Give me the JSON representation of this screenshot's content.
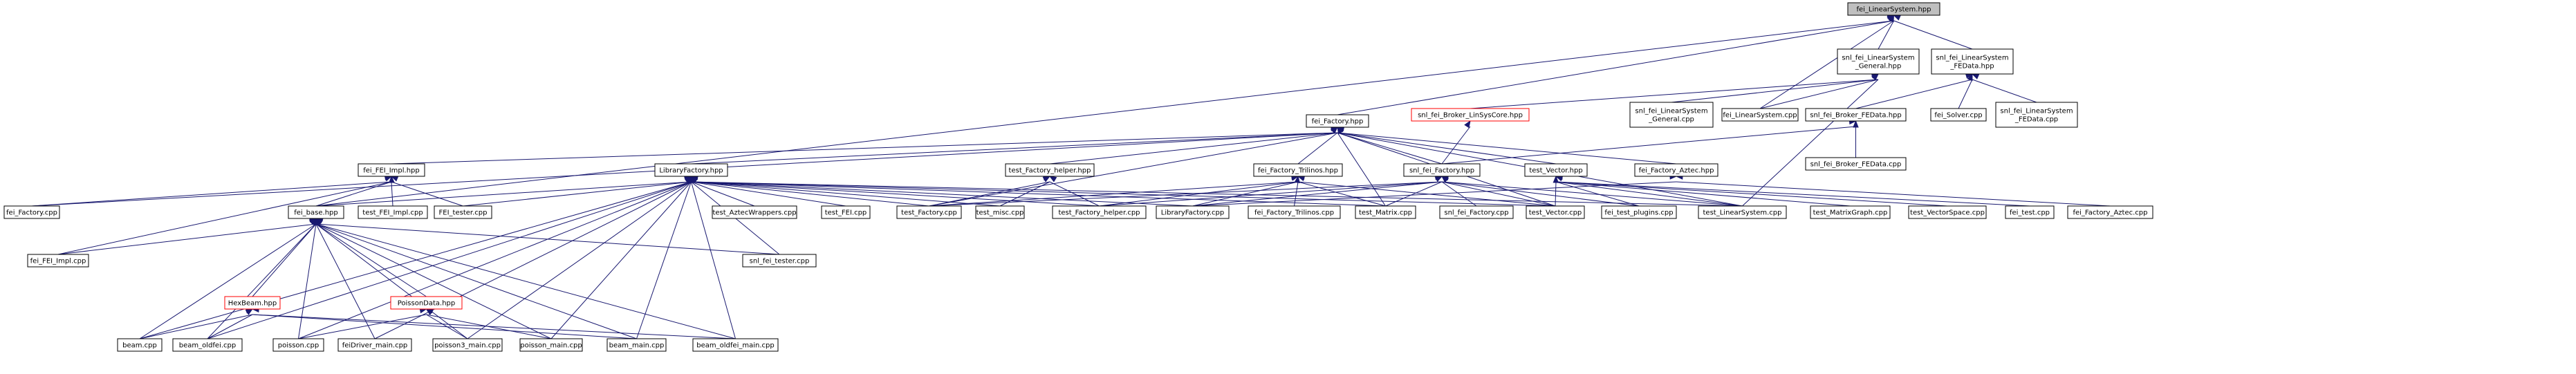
{
  "diagram": {
    "nodes": [
      {
        "id": "root",
        "lines": [
          "fei_LinearSystem.hpp"
        ],
        "style": "root"
      },
      {
        "id": "sgen_hpp",
        "lines": [
          "snl_fei_LinearSystem",
          "_General.hpp"
        ]
      },
      {
        "id": "sfed_hpp",
        "lines": [
          "snl_fei_LinearSystem",
          "_FEData.hpp"
        ]
      },
      {
        "id": "broker_lsc",
        "lines": [
          "snl_fei_Broker_LinSysCore.hpp"
        ],
        "style": "red"
      },
      {
        "id": "sgen_cpp",
        "lines": [
          "snl_fei_LinearSystem",
          "_General.cpp"
        ]
      },
      {
        "id": "ls_cpp",
        "lines": [
          "fei_LinearSystem.cpp"
        ]
      },
      {
        "id": "broker_fed_hpp",
        "lines": [
          "snl_fei_Broker_FEData.hpp"
        ]
      },
      {
        "id": "solver_cpp",
        "lines": [
          "fei_Solver.cpp"
        ]
      },
      {
        "id": "sfed_cpp",
        "lines": [
          "snl_fei_LinearSystem",
          "_FEData.cpp"
        ]
      },
      {
        "id": "factory_hpp",
        "lines": [
          "fei_Factory.hpp"
        ]
      },
      {
        "id": "broker_fed_cpp",
        "lines": [
          "snl_fei_Broker_FEData.cpp"
        ]
      },
      {
        "id": "fei_impl_hpp",
        "lines": [
          "fei_FEI_Impl.hpp"
        ]
      },
      {
        "id": "libfac_hpp",
        "lines": [
          "LibraryFactory.hpp"
        ]
      },
      {
        "id": "tfh_hpp",
        "lines": [
          "test_Factory_helper.hpp"
        ]
      },
      {
        "id": "ftril_hpp",
        "lines": [
          "fei_Factory_Trilinos.hpp"
        ]
      },
      {
        "id": "snlfac_hpp",
        "lines": [
          "snl_fei_Factory.hpp"
        ]
      },
      {
        "id": "tvec_hpp",
        "lines": [
          "test_Vector.hpp"
        ]
      },
      {
        "id": "faztec_hpp",
        "lines": [
          "fei_Factory_Aztec.hpp"
        ]
      },
      {
        "id": "fei_factory_cpp",
        "lines": [
          "fei_Factory.cpp"
        ]
      },
      {
        "id": "fei_base_hpp",
        "lines": [
          "fei_base.hpp"
        ]
      },
      {
        "id": "test_fei_impl_cpp",
        "lines": [
          "test_FEI_Impl.cpp"
        ]
      },
      {
        "id": "fei_tester_cpp",
        "lines": [
          "FEI_tester.cpp"
        ]
      },
      {
        "id": "aztecwrap_cpp",
        "lines": [
          "test_AztecWrappers.cpp"
        ]
      },
      {
        "id": "test_fei_cpp",
        "lines": [
          "test_FEI.cpp"
        ]
      },
      {
        "id": "test_factory_cpp",
        "lines": [
          "test_Factory.cpp"
        ]
      },
      {
        "id": "test_misc_cpp",
        "lines": [
          "test_misc.cpp"
        ]
      },
      {
        "id": "tfh_cpp",
        "lines": [
          "test_Factory_helper.cpp"
        ]
      },
      {
        "id": "libfac_cpp",
        "lines": [
          "LibraryFactory.cpp"
        ]
      },
      {
        "id": "ftril_cpp",
        "lines": [
          "fei_Factory_Trilinos.cpp"
        ]
      },
      {
        "id": "test_matrix_cpp",
        "lines": [
          "test_Matrix.cpp"
        ]
      },
      {
        "id": "snlfac_cpp",
        "lines": [
          "snl_fei_Factory.cpp"
        ]
      },
      {
        "id": "test_vector_cpp",
        "lines": [
          "test_Vector.cpp"
        ]
      },
      {
        "id": "fei_test_plugins_cpp",
        "lines": [
          "fei_test_plugins.cpp"
        ]
      },
      {
        "id": "test_ls_cpp",
        "lines": [
          "test_LinearSystem.cpp"
        ]
      },
      {
        "id": "test_mg_cpp",
        "lines": [
          "test_MatrixGraph.cpp"
        ]
      },
      {
        "id": "test_vs_cpp",
        "lines": [
          "test_VectorSpace.cpp"
        ]
      },
      {
        "id": "fei_test_cpp",
        "lines": [
          "fei_test.cpp"
        ]
      },
      {
        "id": "faztec_cpp",
        "lines": [
          "fei_Factory_Aztec.cpp"
        ]
      },
      {
        "id": "fei_impl_cpp",
        "lines": [
          "fei_FEI_Impl.cpp"
        ]
      },
      {
        "id": "snl_fei_tester_cpp",
        "lines": [
          "snl_fei_tester.cpp"
        ]
      },
      {
        "id": "hexbeam_hpp",
        "lines": [
          "HexBeam.hpp"
        ],
        "style": "red"
      },
      {
        "id": "poisson_hpp",
        "lines": [
          "PoissonData.hpp"
        ],
        "style": "red"
      },
      {
        "id": "beam_cpp",
        "lines": [
          "beam.cpp"
        ]
      },
      {
        "id": "beam_oldfei_cpp",
        "lines": [
          "beam_oldfei.cpp"
        ]
      },
      {
        "id": "poisson_cpp",
        "lines": [
          "poisson.cpp"
        ]
      },
      {
        "id": "fedriver_cpp",
        "lines": [
          "feiDriver_main.cpp"
        ]
      },
      {
        "id": "poisson3_cpp",
        "lines": [
          "poisson3_main.cpp"
        ]
      },
      {
        "id": "poisson_main_cpp",
        "lines": [
          "poisson_main.cpp"
        ]
      },
      {
        "id": "beam_main_cpp",
        "lines": [
          "beam_main.cpp"
        ]
      },
      {
        "id": "beam_oldfei_main_cpp",
        "lines": [
          "beam_oldfei_main.cpp"
        ]
      }
    ],
    "edges": [
      [
        "root",
        "sgen_hpp"
      ],
      [
        "root",
        "sfed_hpp"
      ],
      [
        "root",
        "factory_hpp"
      ],
      [
        "root",
        "ls_cpp"
      ],
      [
        "root",
        "fei_base_hpp"
      ],
      [
        "sgen_hpp",
        "broker_lsc"
      ],
      [
        "sgen_hpp",
        "sgen_cpp"
      ],
      [
        "sgen_hpp",
        "ls_cpp"
      ],
      [
        "sgen_hpp",
        "test_ls_cpp"
      ],
      [
        "sfed_hpp",
        "broker_fed_hpp"
      ],
      [
        "sfed_hpp",
        "solver_cpp"
      ],
      [
        "sfed_hpp",
        "sfed_cpp"
      ],
      [
        "broker_lsc",
        "snlfac_hpp"
      ],
      [
        "broker_fed_hpp",
        "broker_fed_cpp"
      ],
      [
        "broker_fed_hpp",
        "snlfac_hpp"
      ],
      [
        "factory_hpp",
        "fei_impl_hpp"
      ],
      [
        "factory_hpp",
        "libfac_hpp"
      ],
      [
        "factory_hpp",
        "tfh_hpp"
      ],
      [
        "factory_hpp",
        "ftril_hpp"
      ],
      [
        "factory_hpp",
        "snlfac_hpp"
      ],
      [
        "factory_hpp",
        "tvec_hpp"
      ],
      [
        "factory_hpp",
        "faztec_hpp"
      ],
      [
        "factory_hpp",
        "fei_factory_cpp"
      ],
      [
        "factory_hpp",
        "test_factory_cpp"
      ],
      [
        "factory_hpp",
        "test_matrix_cpp"
      ],
      [
        "factory_hpp",
        "test_vector_cpp"
      ],
      [
        "factory_hpp",
        "test_ls_cpp"
      ],
      [
        "fei_impl_hpp",
        "fei_factory_cpp"
      ],
      [
        "fei_impl_hpp",
        "fei_base_hpp"
      ],
      [
        "fei_impl_hpp",
        "test_fei_impl_cpp"
      ],
      [
        "fei_impl_hpp",
        "fei_tester_cpp"
      ],
      [
        "fei_impl_hpp",
        "fei_impl_cpp"
      ],
      [
        "libfac_hpp",
        "fei_base_hpp"
      ],
      [
        "libfac_hpp",
        "fei_tester_cpp"
      ],
      [
        "libfac_hpp",
        "aztecwrap_cpp"
      ],
      [
        "libfac_hpp",
        "test_fei_cpp"
      ],
      [
        "libfac_hpp",
        "test_factory_cpp"
      ],
      [
        "libfac_hpp",
        "test_misc_cpp"
      ],
      [
        "libfac_hpp",
        "tfh_cpp"
      ],
      [
        "libfac_hpp",
        "libfac_cpp"
      ],
      [
        "libfac_hpp",
        "test_matrix_cpp"
      ],
      [
        "libfac_hpp",
        "test_vector_cpp"
      ],
      [
        "libfac_hpp",
        "test_ls_cpp"
      ],
      [
        "libfac_hpp",
        "snl_fei_tester_cpp"
      ],
      [
        "libfac_hpp",
        "beam_cpp"
      ],
      [
        "libfac_hpp",
        "beam_oldfei_cpp"
      ],
      [
        "libfac_hpp",
        "poisson_cpp"
      ],
      [
        "libfac_hpp",
        "fedriver_cpp"
      ],
      [
        "libfac_hpp",
        "poisson3_cpp"
      ],
      [
        "libfac_hpp",
        "poisson_main_cpp"
      ],
      [
        "libfac_hpp",
        "beam_main_cpp"
      ],
      [
        "libfac_hpp",
        "beam_oldfei_main_cpp"
      ],
      [
        "tfh_hpp",
        "test_factory_cpp"
      ],
      [
        "tfh_hpp",
        "test_misc_cpp"
      ],
      [
        "tfh_hpp",
        "tfh_cpp"
      ],
      [
        "ftril_hpp",
        "test_factory_cpp"
      ],
      [
        "ftril_hpp",
        "tfh_cpp"
      ],
      [
        "ftril_hpp",
        "libfac_cpp"
      ],
      [
        "ftril_hpp",
        "ftril_cpp"
      ],
      [
        "ftril_hpp",
        "test_matrix_cpp"
      ],
      [
        "ftril_hpp",
        "test_vector_cpp"
      ],
      [
        "snlfac_hpp",
        "test_factory_cpp"
      ],
      [
        "snlfac_hpp",
        "tfh_cpp"
      ],
      [
        "snlfac_hpp",
        "libfac_cpp"
      ],
      [
        "snlfac_hpp",
        "test_matrix_cpp"
      ],
      [
        "snlfac_hpp",
        "snlfac_cpp"
      ],
      [
        "snlfac_hpp",
        "test_vector_cpp"
      ],
      [
        "snlfac_hpp",
        "fei_test_plugins_cpp"
      ],
      [
        "snlfac_hpp",
        "test_ls_cpp"
      ],
      [
        "tvec_hpp",
        "test_vector_cpp"
      ],
      [
        "tvec_hpp",
        "fei_test_plugins_cpp"
      ],
      [
        "tvec_hpp",
        "test_ls_cpp"
      ],
      [
        "tvec_hpp",
        "test_mg_cpp"
      ],
      [
        "tvec_hpp",
        "test_vs_cpp"
      ],
      [
        "tvec_hpp",
        "fei_test_cpp"
      ],
      [
        "faztec_hpp",
        "libfac_cpp"
      ],
      [
        "faztec_hpp",
        "faztec_cpp"
      ],
      [
        "fei_base_hpp",
        "fei_impl_cpp"
      ],
      [
        "fei_base_hpp",
        "snl_fei_tester_cpp"
      ],
      [
        "fei_base_hpp",
        "hexbeam_hpp"
      ],
      [
        "fei_base_hpp",
        "poisson_hpp"
      ],
      [
        "fei_base_hpp",
        "beam_cpp"
      ],
      [
        "fei_base_hpp",
        "beam_oldfei_cpp"
      ],
      [
        "fei_base_hpp",
        "poisson_cpp"
      ],
      [
        "fei_base_hpp",
        "fedriver_cpp"
      ],
      [
        "fei_base_hpp",
        "poisson3_cpp"
      ],
      [
        "fei_base_hpp",
        "poisson_main_cpp"
      ],
      [
        "fei_base_hpp",
        "beam_main_cpp"
      ],
      [
        "fei_base_hpp",
        "beam_oldfei_main_cpp"
      ],
      [
        "hexbeam_hpp",
        "beam_cpp"
      ],
      [
        "hexbeam_hpp",
        "beam_oldfei_cpp"
      ],
      [
        "hexbeam_hpp",
        "beam_main_cpp"
      ],
      [
        "hexbeam_hpp",
        "beam_oldfei_main_cpp"
      ],
      [
        "poisson_hpp",
        "poisson_cpp"
      ],
      [
        "poisson_hpp",
        "poisson3_cpp"
      ],
      [
        "poisson_hpp",
        "poisson_main_cpp"
      ]
    ],
    "colors": {
      "edge": "#191970",
      "node_border": "#000000",
      "highlight_border": "#ff0000",
      "root_fill": "#bfbfbf"
    }
  }
}
